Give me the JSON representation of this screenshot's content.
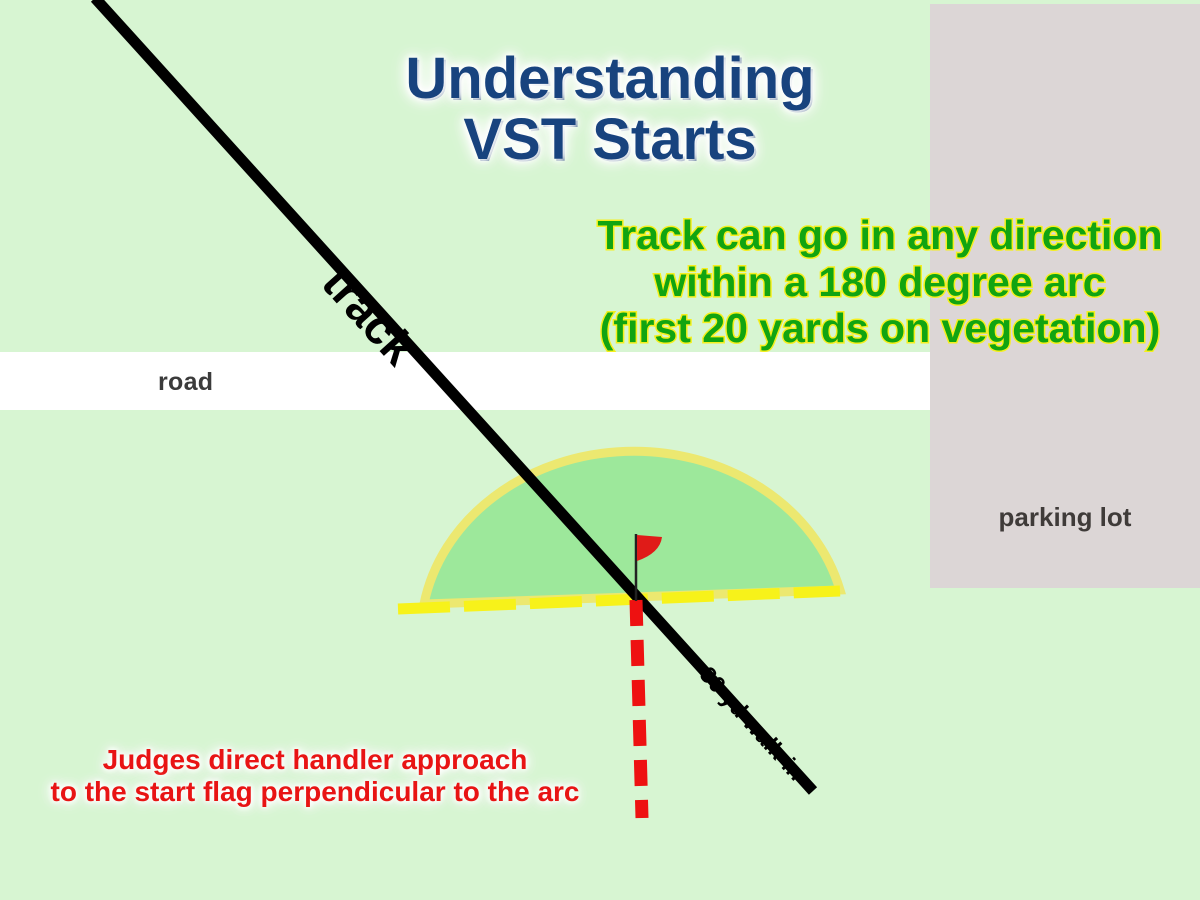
{
  "title": {
    "text": "Understanding\nVST Starts",
    "color": "#18437e"
  },
  "notes": {
    "green_note": "Track can go in any direction\nwithin a 180 degree  arc\n(first 20 yards on vegetation)",
    "green_fill_color": "#11a411",
    "green_outline_color": "#f5ef1e",
    "red_note": "Judges direct handler approach\nto the start flag perpendicular to the arc",
    "red_color": "#e81414"
  },
  "map": {
    "road_label": "road",
    "parking_label": "parking\nlot",
    "track_label": "track",
    "walkin_label": "30 yd walk-in",
    "field_color": "#d7f5d2",
    "road_color": "#ffffff",
    "parking_color": "#dcd6d6",
    "arc_fill_color": "#9de89b",
    "arc_border_color": "#ece870",
    "baseline_color": "#f7f21a",
    "track_color": "#000000",
    "approach_color": "#ee1111",
    "flag_color": "#e01b18"
  },
  "chart_data": {
    "type": "diagram",
    "title": "Understanding VST Starts",
    "elements": [
      {
        "name": "track-line",
        "kind": "line",
        "from": [
          95,
          0
        ],
        "to": [
          812,
          790
        ],
        "angle_deg": 48,
        "label": "track"
      },
      {
        "name": "walk-in-segment",
        "kind": "line-label",
        "label": "30 yd walk-in",
        "length_yards": 30
      },
      {
        "name": "start-arc",
        "kind": "semicircle",
        "center": [
          637,
          600
        ],
        "radius": 205,
        "span_deg": 180,
        "label": "180 degree arc"
      },
      {
        "name": "arc-baseline",
        "kind": "dashed-line",
        "from": [
          400,
          608
        ],
        "to": [
          838,
          592
        ]
      },
      {
        "name": "start-flag",
        "kind": "marker",
        "position": [
          637,
          600
        ]
      },
      {
        "name": "handler-approach",
        "kind": "dashed-line",
        "from": [
          637,
          600
        ],
        "to": [
          641,
          818
        ],
        "perpendicular_to": "arc-baseline"
      },
      {
        "name": "road",
        "kind": "band",
        "y_range": [
          352,
          410
        ]
      },
      {
        "name": "parking-lot",
        "kind": "rect",
        "x_range": [
          930,
          1200
        ],
        "y_range": [
          4,
          588
        ]
      }
    ],
    "annotations": [
      "Track can go in any direction within a 180 degree  arc",
      "(first 20 yards on vegetation)",
      "Judges direct handler approach to the start flag perpendicular to the arc"
    ]
  }
}
